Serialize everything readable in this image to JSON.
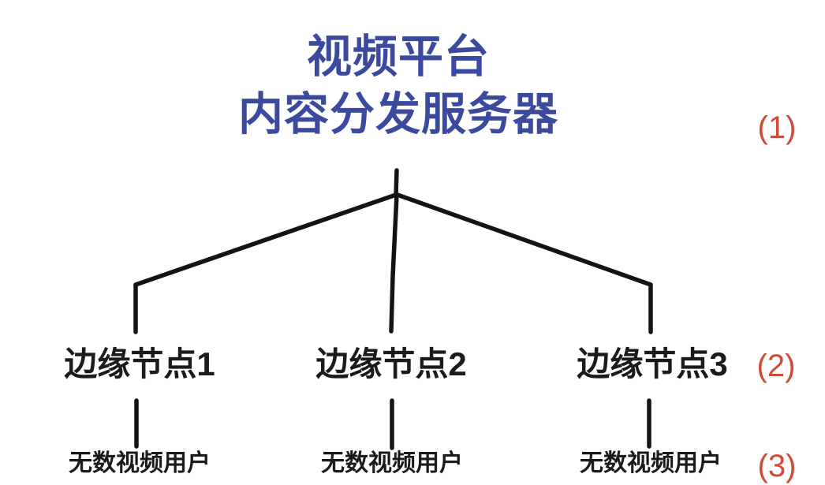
{
  "diagram": {
    "title": {
      "line1": "视频平台",
      "line2": "内容分发服务器"
    },
    "markers": [
      {
        "label": "(1)"
      },
      {
        "label": "(2)"
      },
      {
        "label": "(3)"
      }
    ],
    "edge_nodes": [
      {
        "label": "边缘节点1"
      },
      {
        "label": "边缘节点2"
      },
      {
        "label": "边缘节点3"
      }
    ],
    "user_labels": [
      {
        "text": "无数视频用户"
      },
      {
        "text": "无数视频用户"
      },
      {
        "text": "无数视频用户"
      }
    ],
    "colors": {
      "title": "#3B4A9D",
      "marker": "#D04A38",
      "text": "#1B1B1B",
      "line": "#141414",
      "background": "#FFFFFF"
    }
  }
}
